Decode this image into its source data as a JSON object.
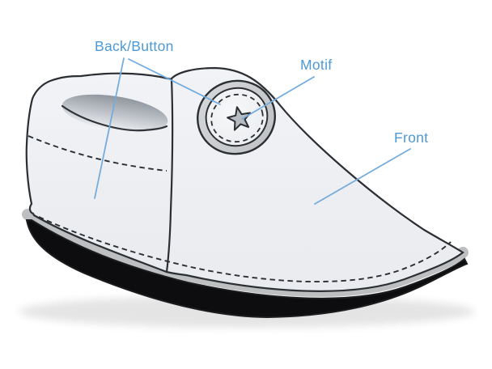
{
  "diagram": {
    "subject": "baby-shoe-parts-diagram",
    "labels": {
      "back_button": "Back/Button",
      "motif": "Motif",
      "front": "Front"
    },
    "parts_annotated": [
      {
        "label": "Back/Button",
        "points_to": [
          "back quarter panel",
          "button disc"
        ]
      },
      {
        "label": "Motif",
        "points_to": [
          "star on button"
        ]
      },
      {
        "label": "Front",
        "points_to": [
          "front vamp panel"
        ]
      }
    ]
  },
  "colors": {
    "label_blue": "#4D99D5",
    "leader_blue": "#74ACDD",
    "outline": "#2B2F33",
    "upper_light": "#EFF1F4",
    "sole_black": "#0D0D0F",
    "midsole_gray": "#BDBFC1",
    "button_ring_gray": "#C9CBCE",
    "star_gray": "#B7BCC2",
    "opening_shadow": "#8F969E"
  }
}
